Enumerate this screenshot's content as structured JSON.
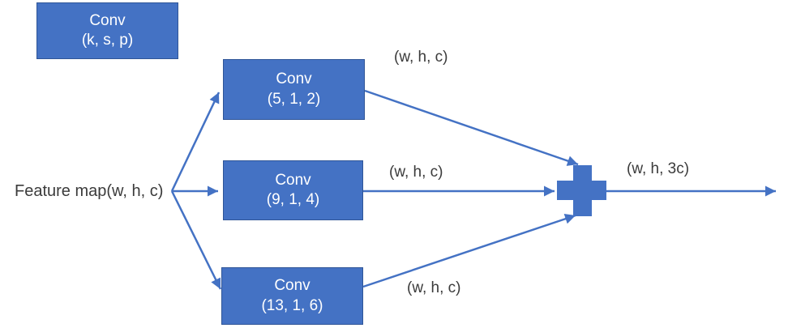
{
  "diagram": {
    "title": "parallel-conv-concat-diagram",
    "colors": {
      "accent": "#4472C4",
      "box_border": "#2F5597",
      "label_text": "#3B3B3B",
      "background": "#FFFFFF"
    },
    "legend_box": {
      "line1": "Conv",
      "line2": "(k, s, p)"
    },
    "input_label": "Feature map(w, h, c)",
    "branches": [
      {
        "line1": "Conv",
        "line2": "(5, 1, 2)",
        "output_label": "(w, h, c)"
      },
      {
        "line1": "Conv",
        "line2": "(9, 1, 4)",
        "output_label": "(w, h, c)"
      },
      {
        "line1": "Conv",
        "line2": "(13, 1, 6)",
        "output_label": "(w, h, c)"
      }
    ],
    "merge_icon": "plus-concatenation",
    "output_label": "(w, h, 3c)"
  }
}
